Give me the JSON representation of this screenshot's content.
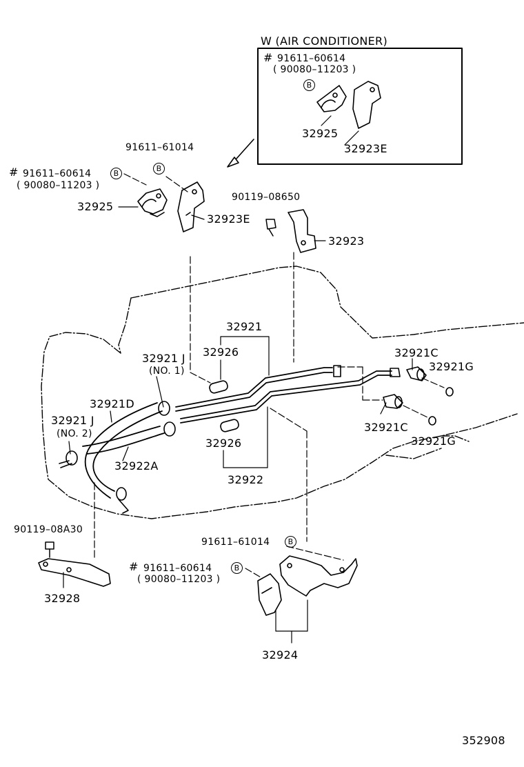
{
  "inset": {
    "title": "W (AIR  CONDITIONER)",
    "hash_part": "91611–60614",
    "paren_part": "( 90080–11203 )",
    "ref": "B",
    "clamp": "32925",
    "bracket": "32923E"
  },
  "labels": {
    "top_bolt_91611": "91611–61014",
    "left_hash_part": "91611–60614",
    "left_paren_part": "( 90080–11203 )",
    "p32925": "32925",
    "p32923E": "32923E",
    "bolt_90119_08650": "90119–08650",
    "p32923": "32923",
    "p32921": "32921",
    "p32926_top": "32926",
    "p32921J_1": "32921 J",
    "no1": "(NO. 1)",
    "p32921D": "32921D",
    "p32921J_2": "32921 J",
    "no2": "(NO. 2)",
    "p32922A": "32922A",
    "p32926_bottom": "32926",
    "p32922": "32922",
    "p32921C_top": "32921C",
    "p32921G_top": "32921G",
    "p32921C_bottom": "32921C",
    "p32921G_bottom": "32921G",
    "bolt_90119_08A30": "90119–08A30",
    "p32928": "32928",
    "bottom_bolt_91611": "91611–61014",
    "bottom_hash_part": "91611–60614",
    "bottom_paren_part": "( 90080–11203 )",
    "p32924": "32924",
    "ref_B": "B",
    "hash": "#",
    "figure_id": "352908"
  }
}
